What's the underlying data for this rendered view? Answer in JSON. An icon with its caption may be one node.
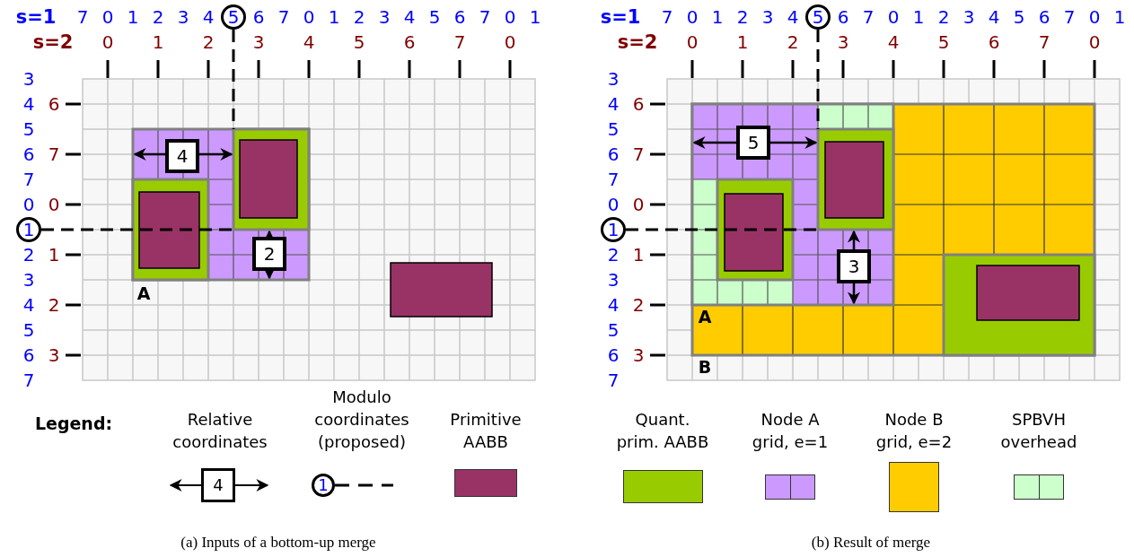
{
  "diagram": {
    "nodes": [
      {
        "text": [
          "5"
        ]
      },
      {
        "text": [
          "4"
        ]
      },
      {
        "text": [
          "1"
        ]
      },
      {
        "text": [
          "2"
        ]
      },
      {
        "text": [
          "5"
        ]
      },
      {
        "text": [
          "5"
        ]
      },
      {
        "text": [
          "1"
        ]
      },
      {
        "text": [
          "3"
        ]
      },
      {
        "text": [
          "4"
        ]
      },
      {
        "text": [
          "1"
        ]
      }
    ],
    "labels": [
      "s=1",
      "7",
      "0",
      "1",
      "2",
      "3",
      "4",
      "6",
      "7",
      "0",
      "1",
      "2",
      "3",
      "4",
      "5",
      "6",
      "7",
      "0",
      "1",
      "s=2",
      "0",
      "1",
      "2",
      "3",
      "4",
      "5",
      "6",
      "7",
      "0",
      "3",
      "4",
      "5",
      "6",
      "7",
      "0",
      "2",
      "3",
      "4",
      "5",
      "6",
      "7",
      "6",
      "7",
      "0",
      "1",
      "2",
      "3",
      "A",
      "s=1",
      "7",
      "0",
      "1",
      "2",
      "3",
      "4",
      "6",
      "7",
      "0",
      "1",
      "2",
      "3",
      "4",
      "5",
      "6",
      "7",
      "0",
      "1",
      "s=2",
      "0",
      "1",
      "2",
      "3",
      "4",
      "5",
      "6",
      "7",
      "0",
      "3",
      "4",
      "5",
      "6",
      "7",
      "0",
      "2",
      "3",
      "4",
      "5",
      "6",
      "7",
      "6",
      "7",
      "0",
      "1",
      "2",
      "3",
      "A",
      "B",
      "Legend:",
      "(a) Inputs of a bottom-up merge",
      "(b) Result of merge"
    ],
    "legend": [
      {
        "text": "Relative coordinates"
      },
      {
        "text": "Modulo coordinates (proposed)"
      },
      {
        "text": "Primitive AABB",
        "color": "#993366"
      },
      {
        "text": "Quant. prim. AABB",
        "color": "#99cc00"
      },
      {
        "text": "Node A grid, e=1",
        "color": "#cc99ff"
      },
      {
        "text": "Node B grid, e=2",
        "color": "#ffcc00"
      },
      {
        "text": "SPBVH overhead",
        "color": "#ccffcc"
      }
    ]
  }
}
